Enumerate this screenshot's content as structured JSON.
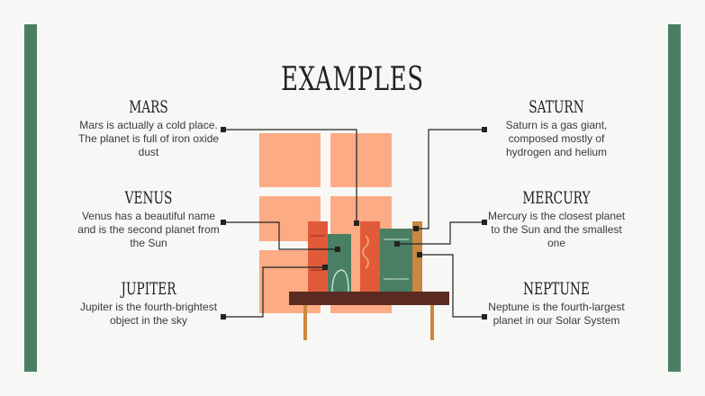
{
  "title": "EXAMPLES",
  "colors": {
    "accent_bar": "#4b7f63",
    "window": "#fcab85",
    "shelf": "#5b2a22",
    "book_red": "#e05a3a",
    "book_green": "#4b7f63",
    "book_tan": "#c9873f"
  },
  "items": {
    "mars": {
      "name": "MARS",
      "desc": "Mars is actually a cold place. The planet is full of iron oxide dust"
    },
    "venus": {
      "name": "VENUS",
      "desc": "Venus has a beautiful name and is the second planet from the Sun"
    },
    "jupiter": {
      "name": "JUPITER",
      "desc": "Jupiter is the fourth-brightest object in the sky"
    },
    "saturn": {
      "name": "SATURN",
      "desc": "Saturn is a gas giant, composed mostly of hydrogen and helium"
    },
    "mercury": {
      "name": "MERCURY",
      "desc": "Mercury is the closest planet to the Sun and the smallest one"
    },
    "neptune": {
      "name": "NEPTUNE",
      "desc": "Neptune is the fourth-largest planet in our Solar System"
    }
  }
}
